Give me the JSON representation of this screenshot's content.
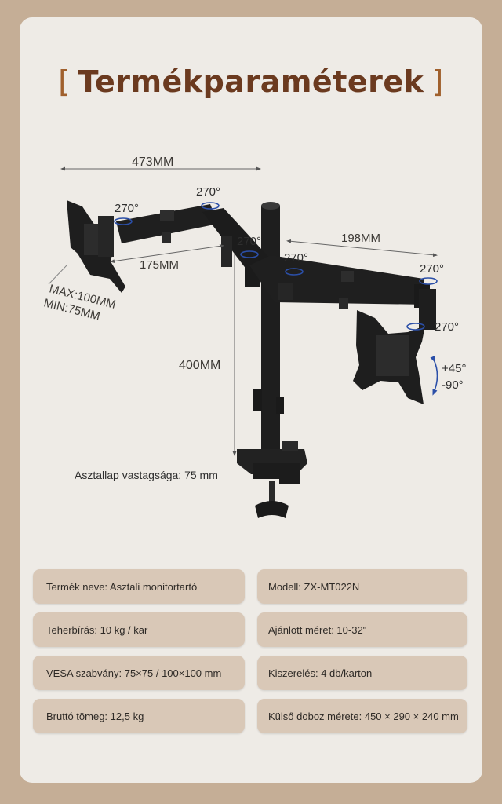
{
  "title": {
    "bracket_open": "[",
    "text": "Termékparaméterek",
    "bracket_close": "]"
  },
  "diagram": {
    "width_dim": "473MM",
    "arm_dim": "175MM",
    "right_arm_dim": "198MM",
    "height_dim": "400MM",
    "vesa_max": "MAX:100MM",
    "vesa_min": "MIN:75MM",
    "rotation_labels": [
      "270°",
      "270°",
      "270°",
      "270°",
      "270°",
      "270°"
    ],
    "tilt_up": "+45°",
    "tilt_down": "-90°",
    "desk_thickness": "Asztallap vastagsága: 75 mm"
  },
  "specs": {
    "left": [
      "Termék neve: Asztali monitortartó",
      "Teherbírás: 10 kg / kar",
      "VESA szabvány: 75×75 / 100×100 mm",
      "Bruttó tömeg: 12,5 kg"
    ],
    "right": [
      "Modell: ZX-MT022N",
      "Ajánlott méret: 10-32\"",
      "Kiszerelés: 4 db/karton",
      "Külső doboz mérete: 450 × 290 × 240 mm"
    ]
  },
  "colors": {
    "background": "#c5ae96",
    "card": "#eeebe6",
    "title": "#6b3a1f",
    "spec_box": "#d9c8b7",
    "rotation_arrow": "#2b4fa8"
  }
}
